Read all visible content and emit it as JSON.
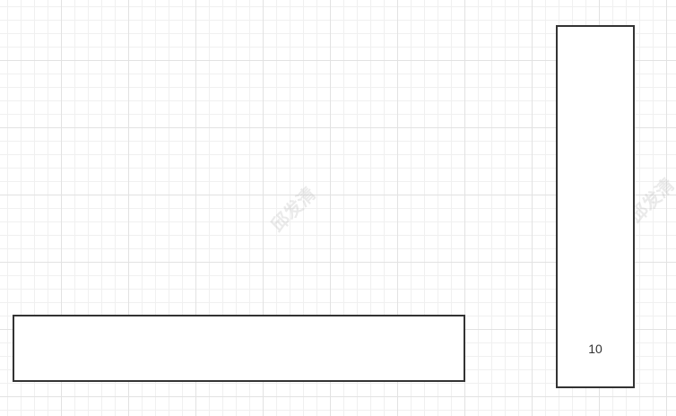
{
  "canvas": {
    "grid_major_color": "#e2e2e2",
    "grid_minor_color": "#f0f0f0",
    "background_color": "#ffffff"
  },
  "shapes": {
    "horizontal_rect": {
      "label": ""
    },
    "vertical_rect": {
      "label": "10"
    }
  },
  "style": {
    "stroke_color": "#333333",
    "fill_color": "#ffffff"
  },
  "watermarks": [
    "邱发清",
    "邱发清"
  ]
}
